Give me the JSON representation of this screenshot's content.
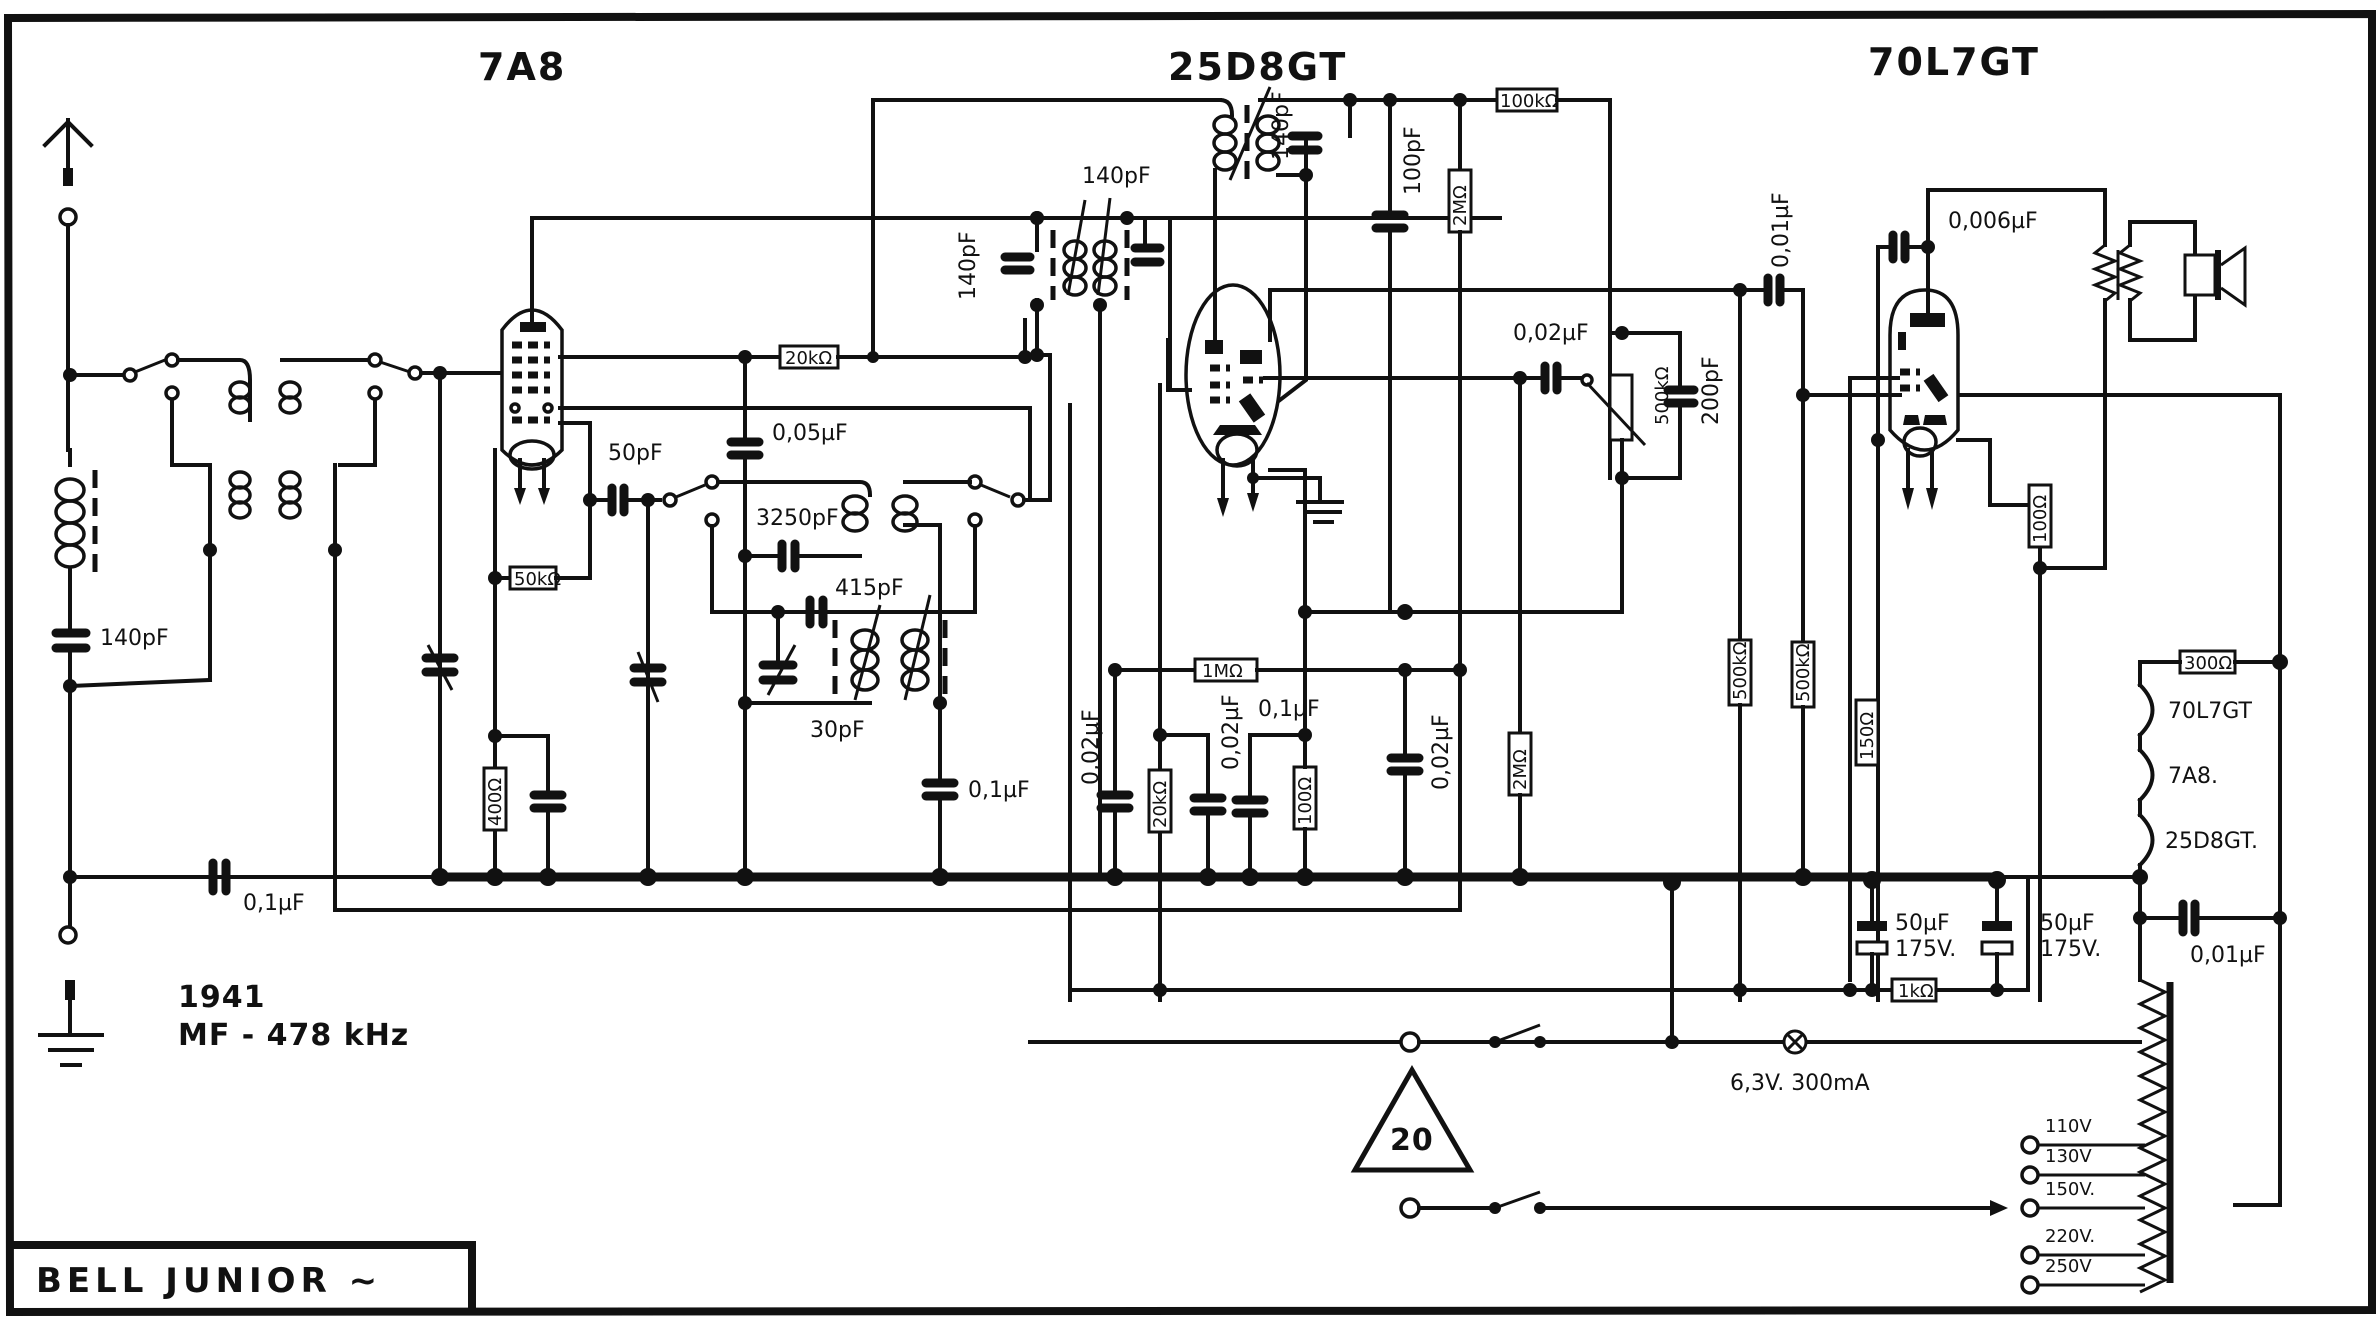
{
  "tubes": {
    "t1": "7A8",
    "t2": "25D8GT",
    "t3": "70L7GT"
  },
  "capacitors": {
    "ant_series": "140pF",
    "c_50pF": "50pF",
    "c_005": "0,05µF",
    "c_3250": "3250pF",
    "c_415": "415pF",
    "c_30": "30pF",
    "c_if1a": "140pF",
    "c_if1b": "140pF",
    "c_if2": "140pF",
    "c_100pF": "100pF",
    "c_01_bottom": "0,1µF",
    "c_01_osc": "0,1µF",
    "c_002_a": "0,02µF",
    "c_002_b": "0,02µF",
    "c_01_mid": "0,1µF",
    "c_002_c": "0,02µF",
    "c_002_det": "0,02µF",
    "c_200pF": "200pF",
    "c_001_out": "0,01µF",
    "c_0006": "0,006µF",
    "c_50uF_a": "50µF",
    "c_175V_a": "175V.",
    "c_50uF_b": "50µF",
    "c_175V_b": "175V.",
    "c_001_mains": "0,01µF"
  },
  "resistors": {
    "r_20k": "20kΩ",
    "r_100k": "100kΩ",
    "r_2M_top": "2MΩ",
    "r_50k": "50kΩ",
    "r_400": "400Ω",
    "r_1M": "1MΩ",
    "r_20k_b": "20kΩ",
    "r_100_a": "100Ω",
    "r_2M_b": "2MΩ",
    "r_500k_pot": "500kΩ",
    "r_500k_a": "500kΩ",
    "r_500k_b": "500kΩ",
    "r_150": "150Ω",
    "r_100_b": "100Ω",
    "r_300": "300Ω",
    "r_1k": "1kΩ"
  },
  "heater_chain": [
    "70L7GT",
    "7A8.",
    "25D8GT."
  ],
  "pilot_lamp": "6,3V. 300mA",
  "mains_taps": [
    "110V",
    "130V",
    "150V.",
    "220V.",
    "250V"
  ],
  "info": {
    "year": "1941",
    "if_freq": "MF - 478 kHz",
    "triangle_number": "20",
    "model": "BELL  JUNIOR ~"
  }
}
